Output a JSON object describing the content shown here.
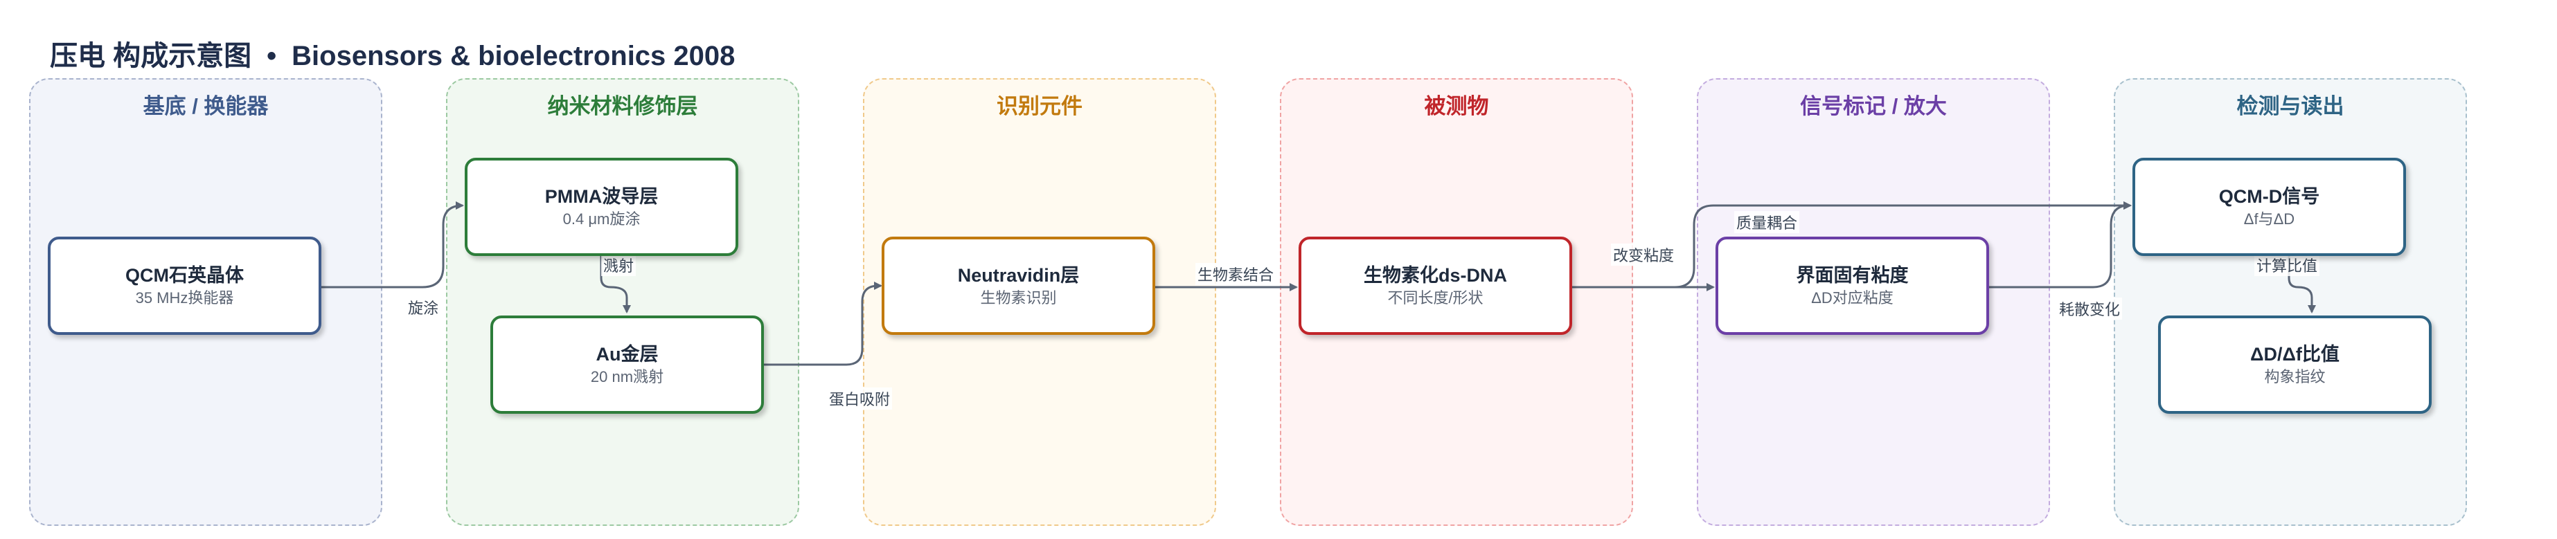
{
  "diagram": {
    "title": "压电 构成示意图",
    "subtitle": "Biosensors & bioelectronics 2008",
    "separator": "•",
    "lanes": [
      {
        "id": "substrate",
        "title": "基底 / 换能器",
        "color": "#3f5b8c",
        "fill": "#f2f4fa",
        "border": "#a9b3cd"
      },
      {
        "id": "nano",
        "title": "纳米材料修饰层",
        "color": "#2d7d3a",
        "fill": "#f1f8f1",
        "border": "#9cc9a2"
      },
      {
        "id": "recognition",
        "title": "识别元件",
        "color": "#c27a0e",
        "fill": "#fffaf0",
        "border": "#f0c98a"
      },
      {
        "id": "analyte",
        "title": "被测物",
        "color": "#c0252a",
        "fill": "#fff3f3",
        "border": "#f0a3a3"
      },
      {
        "id": "label",
        "title": "信号标记 / 放大",
        "color": "#6b3fa6",
        "fill": "#f6f2fb",
        "border": "#c3acdf"
      },
      {
        "id": "readout",
        "title": "检测与读出",
        "color": "#2e6485",
        "fill": "#f3f7f9",
        "border": "#a8c0cd"
      }
    ],
    "nodes": [
      {
        "id": "qcm",
        "lane": "substrate",
        "label": "QCM石英晶体",
        "sub": "35 MHz换能器",
        "border": "#3f5b8c"
      },
      {
        "id": "pmma",
        "lane": "nano",
        "label": "PMMA波导层",
        "sub": "0.4 μm旋涂",
        "border": "#2d7d3a"
      },
      {
        "id": "au",
        "lane": "nano",
        "label": "Au金层",
        "sub": "20 nm溅射",
        "border": "#2d7d3a"
      },
      {
        "id": "neutravidin",
        "lane": "recognition",
        "label": "Neutravidin层",
        "sub": "生物素识别",
        "border": "#c27a0e"
      },
      {
        "id": "dsdna",
        "lane": "analyte",
        "label": "生物素化ds-DNA",
        "sub": "不同长度/形状",
        "border": "#c0252a"
      },
      {
        "id": "viscosity",
        "lane": "label",
        "label": "界面固有粘度",
        "sub": "ΔD对应粘度",
        "border": "#6b3fa6"
      },
      {
        "id": "qcmd",
        "lane": "readout",
        "label": "QCM-D信号",
        "sub": "Δf与ΔD",
        "border": "#2e6485"
      },
      {
        "id": "ratio",
        "lane": "readout",
        "label": "ΔD/Δf比值",
        "sub": "构象指纹",
        "border": "#2e6485"
      }
    ],
    "edges": [
      {
        "from": "qcm",
        "to": "pmma",
        "label": "旋涂"
      },
      {
        "from": "pmma",
        "to": "au",
        "label": "溅射"
      },
      {
        "from": "au",
        "to": "neutravidin",
        "label": "蛋白吸附"
      },
      {
        "from": "neutravidin",
        "to": "dsdna",
        "label": "生物素结合"
      },
      {
        "from": "dsdna",
        "to": "viscosity",
        "label": "改变粘度"
      },
      {
        "from": "dsdna",
        "to": "qcmd",
        "label": "质量耦合"
      },
      {
        "from": "viscosity",
        "to": "qcmd",
        "label": "耗散变化"
      },
      {
        "from": "qcmd",
        "to": "ratio",
        "label": "计算比值"
      }
    ],
    "edge_color": "#5a6576"
  }
}
